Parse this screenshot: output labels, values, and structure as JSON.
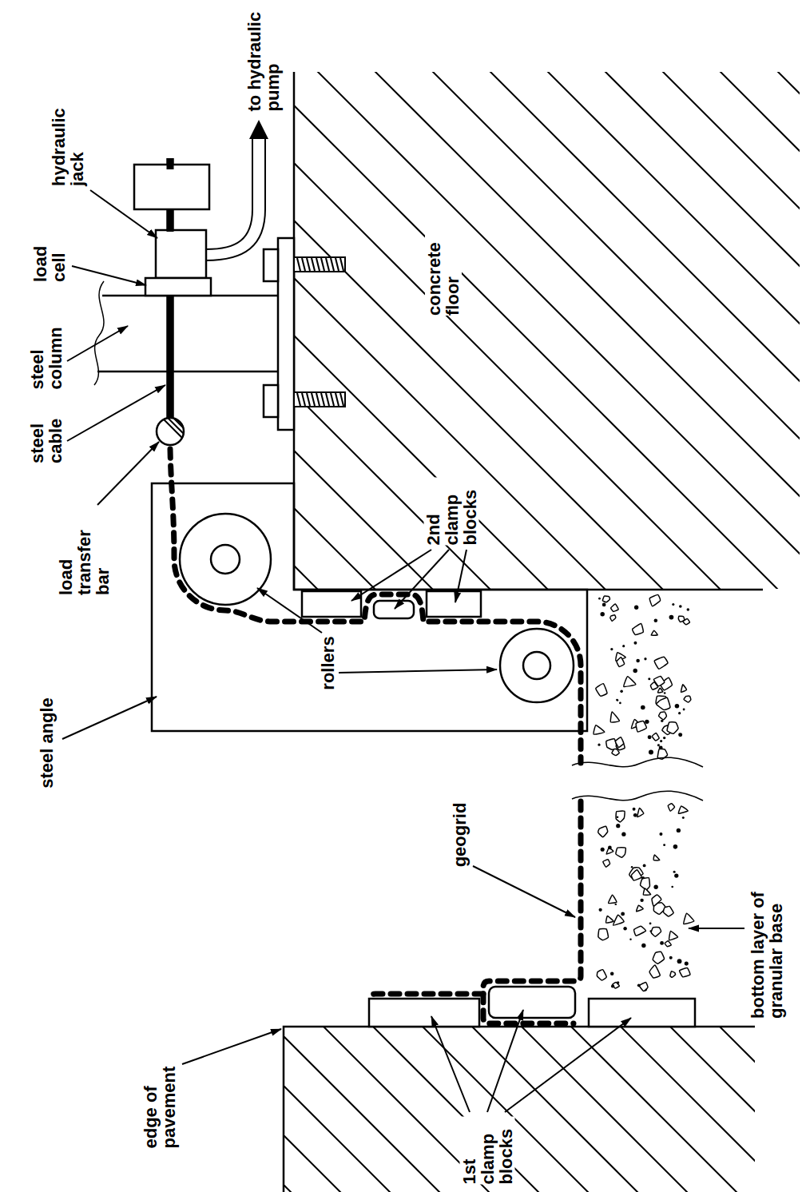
{
  "diagram": {
    "labels": [
      "hydraulic jack",
      "to hydraulic pump",
      "load cell",
      "steel column",
      "steel cable",
      "load transfer bar",
      "steel angle",
      "rollers",
      "2nd clamp blocks",
      "concrete floor",
      "geogrid",
      "bottom layer of granular base",
      "edge of pavement",
      "1st clamp blocks"
    ]
  }
}
